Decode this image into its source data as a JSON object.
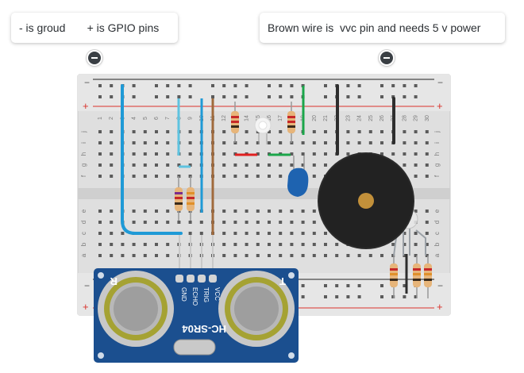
{
  "annotations": {
    "left_note": "- is groud       + is GPIO pins",
    "right_note": "Brown wire is  vvc pin and needs 5 v power"
  },
  "breadboard": {
    "rail_plus": "+",
    "rail_minus": "−",
    "column_numbers": [
      "1",
      "2",
      "3",
      "4",
      "5",
      "6",
      "7",
      "8",
      "9",
      "10",
      "11",
      "12",
      "13",
      "14",
      "15",
      "16",
      "17",
      "18",
      "19",
      "20",
      "21",
      "22",
      "23",
      "24",
      "25",
      "26",
      "27",
      "28",
      "29",
      "30"
    ],
    "rows_top": [
      "j",
      "i",
      "h",
      "g",
      "f"
    ],
    "rows_bottom": [
      "e",
      "d",
      "c",
      "b",
      "a"
    ]
  },
  "sensor": {
    "model": "HC-SR04",
    "pins": [
      "GND",
      "ECHO",
      "TRIG",
      "VCC"
    ],
    "corner_left": "R",
    "corner_right": "T"
  },
  "colors": {
    "blue_wire": "#1f9ad6",
    "cyan_wire": "#5ec3e0",
    "brown_wire": "#a06a3c",
    "black_wire": "#2e2e2e",
    "red_wire": "#e02020",
    "green_wire": "#1ba64a",
    "rail_red": "#d9322c",
    "sensor_pcb": "#1b4f8f"
  },
  "icons": [
    "pin-icon",
    "pin-icon"
  ]
}
